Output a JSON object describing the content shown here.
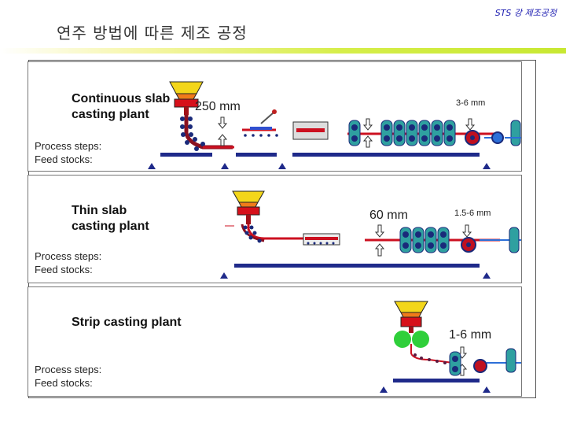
{
  "header": {
    "stamp": "STS 강 제조공정",
    "title": "연주 방법에 따른 제조 공정"
  },
  "panels": [
    {
      "plant": "Continuous slab\ncasting plant",
      "thickness": "250 mm",
      "final_thickness": "3-6 mm",
      "process_steps_label": "Process steps:",
      "feed_stocks_label": "Feed stocks:"
    },
    {
      "plant": "Thin slab\ncasting plant",
      "thickness": "60 mm",
      "final_thickness": "1.5-6 mm",
      "process_steps_label": "Process steps:",
      "feed_stocks_label": "Feed stocks:"
    },
    {
      "plant": "Strip casting plant",
      "thickness": "1-6 mm",
      "process_steps_label": "Process steps:",
      "feed_stocks_label": "Feed stocks:"
    }
  ],
  "colors": {
    "ladle_yellow": "#f3d61a",
    "ladle_orange": "#f07a1a",
    "ladle_red": "#d6101a",
    "strand_red": "#cc1020",
    "roll_navy": "#1a2a7a",
    "roll_teal": "#2fa0a0",
    "coil_blue": "#2c6fd8",
    "step_bar": "#1f2a8a",
    "strip_roll_green": "#2fcf3a",
    "title_accent": "#c8e832"
  },
  "icons": [
    "ladle-icon",
    "arrow-down-icon",
    "arrow-up-icon",
    "roll-stand-icon",
    "coil-icon",
    "step-marker-icon"
  ]
}
